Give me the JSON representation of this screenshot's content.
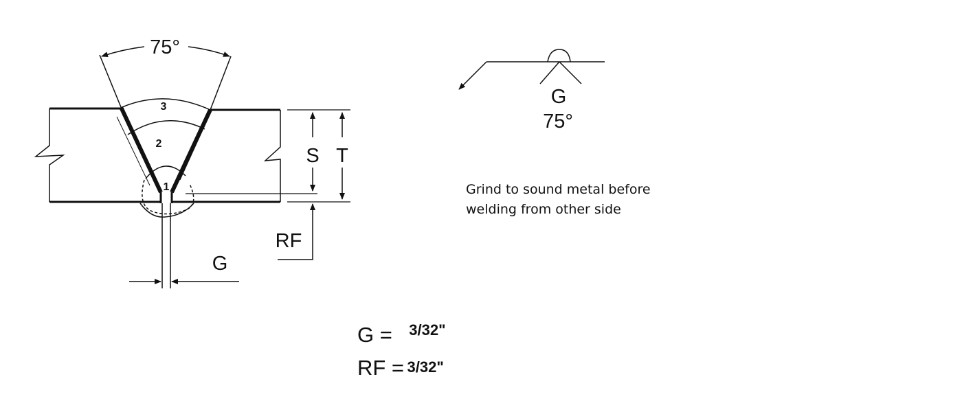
{
  "joint_detail": {
    "groove_angle": "75°",
    "pass_labels": [
      "1",
      "2",
      "3"
    ],
    "dim_S": "S",
    "dim_T": "T",
    "dim_RF": "RF",
    "dim_G": "G"
  },
  "weld_symbol": {
    "root_opening": "G",
    "groove_angle": "75°",
    "symbol_type": "single-V groove with back weld"
  },
  "note": "Grind to sound metal before welding from other side",
  "specs": [
    {
      "key": "G =",
      "value": "3/32\""
    },
    {
      "key": "RF =",
      "value": "3/32\""
    }
  ],
  "colors": {
    "line": "#111111",
    "background": "#ffffff"
  }
}
